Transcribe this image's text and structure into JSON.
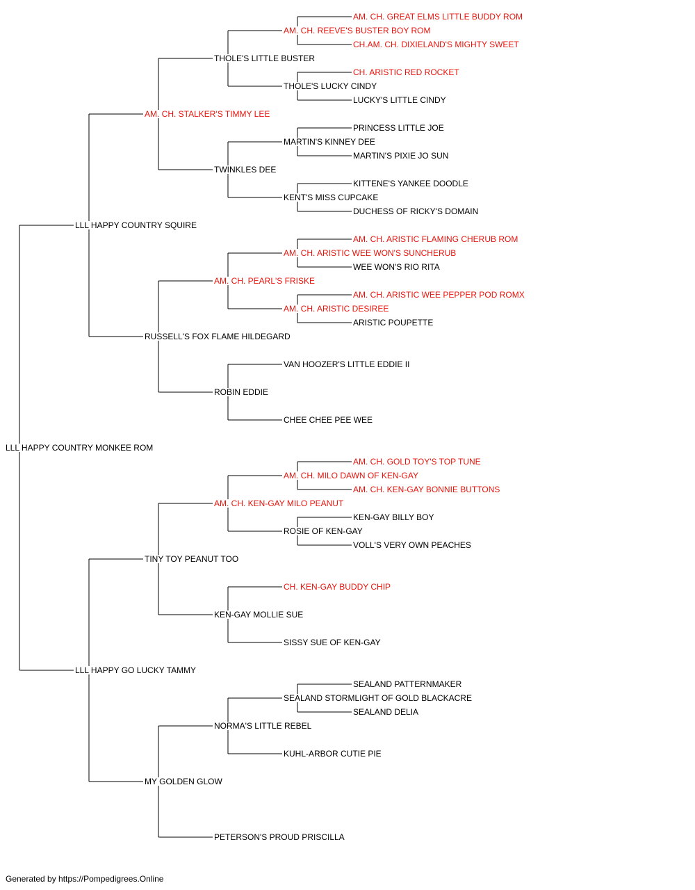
{
  "colors": {
    "champion": "#e8140c",
    "regular": "#000000",
    "lines": "#000000"
  },
  "pedigree": {
    "name": "LLL HAPPY COUNTRY MONKEE ROM",
    "champion": false,
    "sire": {
      "name": "LLL HAPPY COUNTRY SQUIRE",
      "champion": false,
      "sire": {
        "name": "AM. CH. STALKER'S TIMMY LEE",
        "champion": true,
        "sire": {
          "name": "THOLE'S LITTLE BUSTER",
          "champion": false,
          "sire": {
            "name": "AM. CH. REEVE'S BUSTER BOY ROM",
            "champion": true,
            "sire": {
              "name": "AM. CH. GREAT ELMS LITTLE BUDDY ROM",
              "champion": true
            },
            "dam": {
              "name": "CH.AM. CH. DIXIELAND'S MIGHTY SWEET",
              "champion": true
            }
          },
          "dam": {
            "name": "THOLE'S LUCKY CINDY",
            "champion": false,
            "sire": {
              "name": "CH. ARISTIC RED ROCKET",
              "champion": true
            },
            "dam": {
              "name": "LUCKY'S LITTLE CINDY",
              "champion": false
            }
          }
        },
        "dam": {
          "name": "TWINKLES DEE",
          "champion": false,
          "sire": {
            "name": "MARTIN'S KINNEY DEE",
            "champion": false,
            "sire": {
              "name": "PRINCESS LITTLE JOE",
              "champion": false
            },
            "dam": {
              "name": "MARTIN'S PIXIE JO SUN",
              "champion": false
            }
          },
          "dam": {
            "name": "KENT'S MISS CUPCAKE",
            "champion": false,
            "sire": {
              "name": "KITTENE'S YANKEE DOODLE",
              "champion": false
            },
            "dam": {
              "name": "DUCHESS OF RICKY'S DOMAIN",
              "champion": false
            }
          }
        }
      },
      "dam": {
        "name": "RUSSELL'S FOX FLAME HILDEGARD",
        "champion": false,
        "sire": {
          "name": "AM. CH. PEARL'S FRISKE",
          "champion": true,
          "sire": {
            "name": "AM. CH. ARISTIC WEE WON'S SUNCHERUB",
            "champion": true,
            "sire": {
              "name": "AM. CH. ARISTIC FLAMING CHERUB ROM",
              "champion": true
            },
            "dam": {
              "name": "WEE WON'S RIO RITA",
              "champion": false
            }
          },
          "dam": {
            "name": "AM. CH. ARISTIC DESIREE",
            "champion": true,
            "sire": {
              "name": "AM. CH. ARISTIC WEE PEPPER POD ROMX",
              "champion": true
            },
            "dam": {
              "name": "ARISTIC POUPETTE",
              "champion": false
            }
          }
        },
        "dam": {
          "name": "ROBIN EDDIE",
          "champion": false,
          "sire": {
            "name": "VAN HOOZER'S LITTLE EDDIE II",
            "champion": false
          },
          "dam": {
            "name": "CHEE CHEE PEE WEE",
            "champion": false
          }
        }
      }
    },
    "dam": {
      "name": "LLL HAPPY GO LUCKY TAMMY",
      "champion": false,
      "sire": {
        "name": "TINY TOY PEANUT TOO",
        "champion": false,
        "sire": {
          "name": "AM. CH. KEN-GAY MILO PEANUT",
          "champion": true,
          "sire": {
            "name": "AM. CH. MILO DAWN OF KEN-GAY",
            "champion": true,
            "sire": {
              "name": "AM. CH. GOLD TOY'S TOP TUNE",
              "champion": true
            },
            "dam": {
              "name": "AM. CH. KEN-GAY BONNIE BUTTONS",
              "champion": true
            }
          },
          "dam": {
            "name": "ROSIE OF KEN-GAY",
            "champion": false,
            "sire": {
              "name": "KEN-GAY BILLY BOY",
              "champion": false
            },
            "dam": {
              "name": "VOLL'S VERY OWN PEACHES",
              "champion": false
            }
          }
        },
        "dam": {
          "name": "KEN-GAY MOLLIE SUE",
          "champion": false,
          "sire": {
            "name": "CH. KEN-GAY BUDDY CHIP",
            "champion": true
          },
          "dam": {
            "name": "SISSY SUE OF KEN-GAY",
            "champion": false
          }
        }
      },
      "dam": {
        "name": "MY GOLDEN GLOW",
        "champion": false,
        "sire": {
          "name": "NORMA'S LITTLE REBEL",
          "champion": false,
          "sire": {
            "name": "SEALAND STORMLIGHT OF GOLD BLACKACRE",
            "champion": false,
            "sire": {
              "name": "SEALAND PATTERNMAKER",
              "champion": false
            },
            "dam": {
              "name": "SEALAND DELIA",
              "champion": false
            }
          },
          "dam": {
            "name": "KUHL-ARBOR CUTIE PIE",
            "champion": false
          }
        },
        "dam": {
          "name": "PETERSON'S PROUD PRISCILLA",
          "champion": false
        }
      }
    }
  },
  "footer": "Generated by https://Pompedigrees.Online"
}
